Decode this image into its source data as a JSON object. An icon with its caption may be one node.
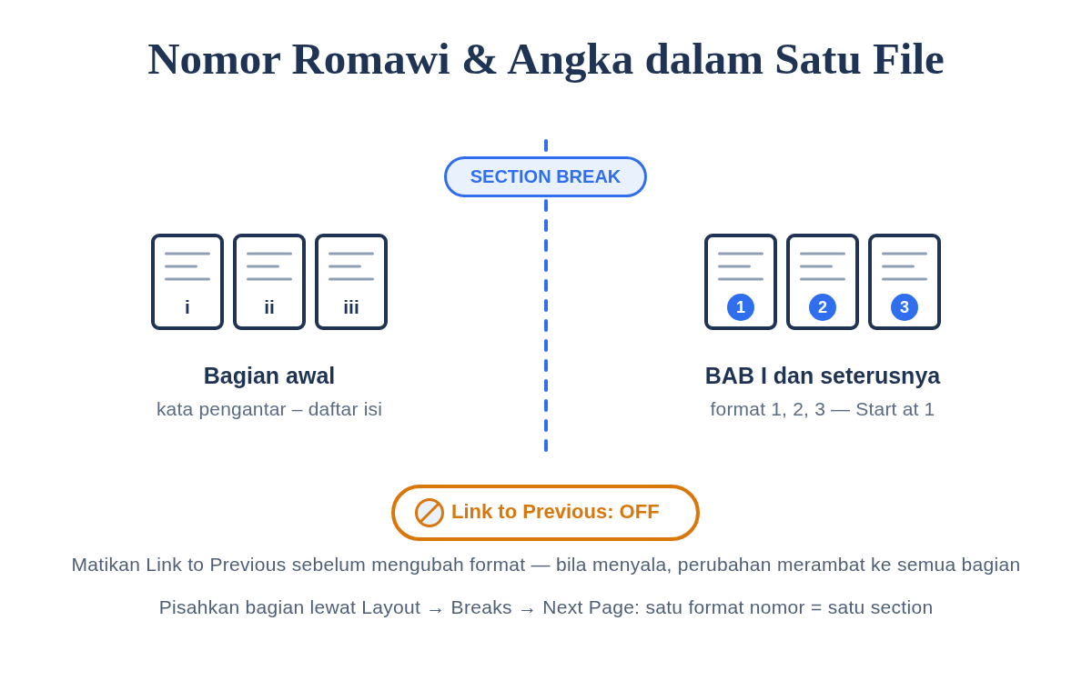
{
  "diagram": {
    "title": "Nomor Romawi & Angka dalam Satu File",
    "nodes": [
      {
        "text": [
          "SECTION BREAK"
        ]
      },
      {
        "text": [
          "i"
        ]
      },
      {
        "text": [
          "ii"
        ]
      },
      {
        "text": [
          "iii"
        ]
      },
      {
        "text": [
          "1"
        ]
      },
      {
        "text": [
          "2"
        ]
      },
      {
        "text": [
          "3"
        ]
      },
      {
        "text": [
          "Link to Previous: OFF"
        ]
      }
    ],
    "labels": [
      "Bagian awal",
      "kata pengantar – daftar isi",
      "BAB I dan seterusnya",
      "format 1, 2, 3 — Start at 1",
      "Matikan Link to Previous sebelum mengubah format — bila menyala, perubahan merambat ke semua bagian",
      "Pisahkan bagian lewat Layout → Breaks → Next Page: satu format nomor = satu section"
    ]
  }
}
